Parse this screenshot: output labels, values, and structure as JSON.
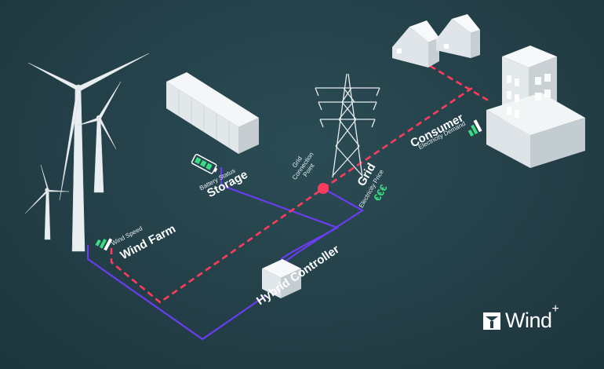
{
  "nodes": {
    "wind_farm": {
      "title": "Wind Farm",
      "subtitle": "Wind Speed"
    },
    "storage": {
      "title": "Storage",
      "subtitle": "Battery Status"
    },
    "grid": {
      "title": "Grid",
      "subtitle": "Electricity Price",
      "price_symbols": "€€€"
    },
    "grid_point": {
      "line1": "Grid",
      "line2": "Connection",
      "line3": "Point"
    },
    "consumer": {
      "title": "Consumer",
      "subtitle": "Electricity Demand"
    },
    "controller": {
      "title": "Hybrid Controller"
    }
  },
  "brand": {
    "name": "Wind",
    "superscript": "+"
  },
  "colors": {
    "background": "#24414a",
    "power_line": "#ff3b5c",
    "control_line": "#6a3df0",
    "indicator": "#3ddc84"
  }
}
